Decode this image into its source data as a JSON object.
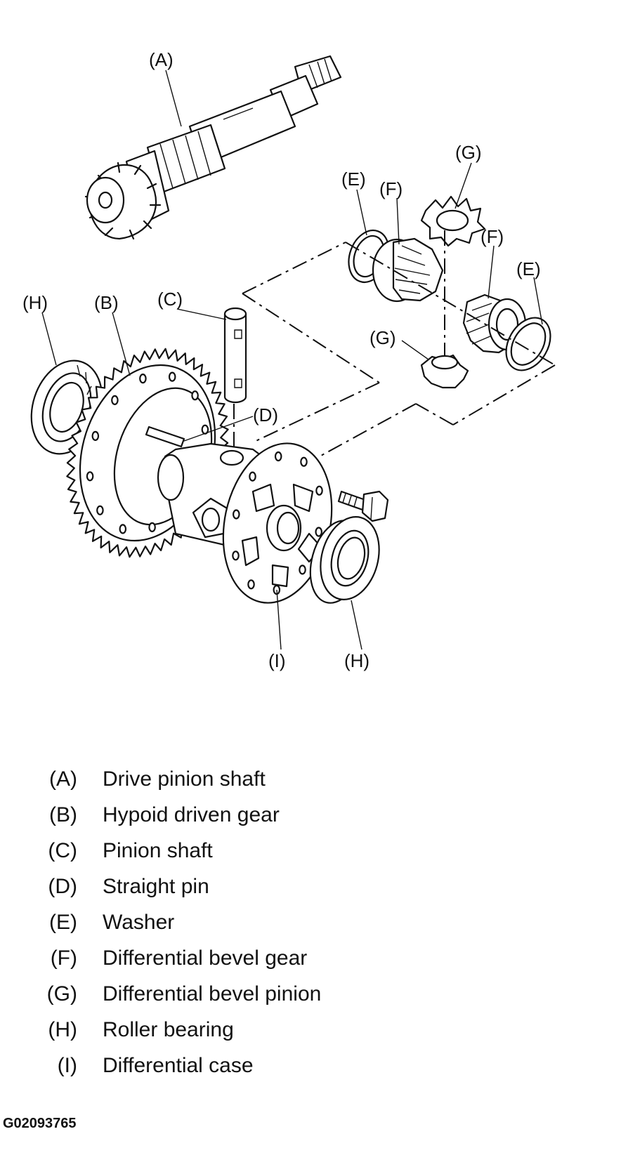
{
  "diagram": {
    "callouts": {
      "A": "(A)",
      "B": "(B)",
      "C": "(C)",
      "D": "(D)",
      "E": "(E)",
      "F": "(F)",
      "G": "(G)",
      "H": "(H)",
      "I": "(I)"
    }
  },
  "legend": [
    {
      "key": "(A)",
      "desc": "Drive pinion shaft"
    },
    {
      "key": "(B)",
      "desc": "Hypoid driven gear"
    },
    {
      "key": "(C)",
      "desc": "Pinion shaft"
    },
    {
      "key": "(D)",
      "desc": "Straight pin"
    },
    {
      "key": "(E)",
      "desc": "Washer"
    },
    {
      "key": "(F)",
      "desc": "Differential bevel gear"
    },
    {
      "key": "(G)",
      "desc": "Differential bevel pinion"
    },
    {
      "key": "(H)",
      "desc": "Roller bearing"
    },
    {
      "key": "(I)",
      "desc": "Differential case"
    }
  ],
  "figure_id": "G02093765"
}
